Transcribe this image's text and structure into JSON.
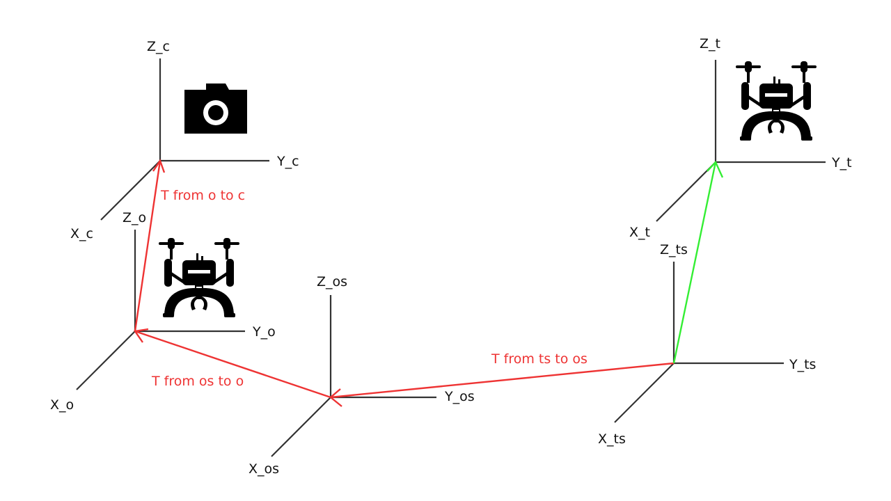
{
  "frames": [
    {
      "id": "c",
      "z_label": "Z_c",
      "y_label": "Y_c",
      "x_label": "X_c"
    },
    {
      "id": "o",
      "z_label": "Z_o",
      "y_label": "Y_o",
      "x_label": "X_o"
    },
    {
      "id": "os",
      "z_label": "Z_os",
      "y_label": "Y_os",
      "x_label": "X_os"
    },
    {
      "id": "ts",
      "z_label": "Z_ts",
      "y_label": "Y_ts",
      "x_label": "X_ts"
    },
    {
      "id": "t",
      "z_label": "Z_t",
      "y_label": "Y_t",
      "x_label": "X_t"
    }
  ],
  "transforms": [
    {
      "id": "o-to-c",
      "from": "o",
      "to": "c",
      "label": "T from o to c",
      "color": "#ee3333"
    },
    {
      "id": "os-to-o",
      "from": "os",
      "to": "o",
      "label": "T from os to o",
      "color": "#ee3333"
    },
    {
      "id": "ts-to-os",
      "from": "ts",
      "to": "os",
      "label": "T from ts to os",
      "color": "#ee3333"
    },
    {
      "id": "ts-to-t",
      "from": "ts",
      "to": "t",
      "label": "",
      "color": "#33ee33"
    }
  ],
  "icons": [
    {
      "name": "camera-icon",
      "frame": "c"
    },
    {
      "name": "drone-icon",
      "frame": "o"
    },
    {
      "name": "drone-icon",
      "frame": "t"
    }
  ]
}
